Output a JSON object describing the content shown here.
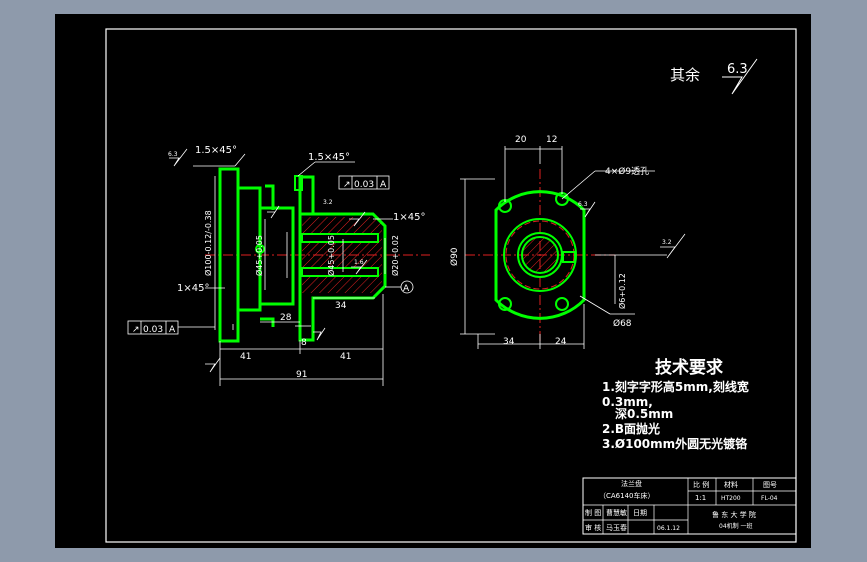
{
  "drawing": {
    "roughness": {
      "label": "其余",
      "value": "6.3"
    },
    "section": {
      "chamfer_top_left": "1.5×45°",
      "chamfer_top_mid": "1.5×45°",
      "chamfer_right": "1×45°",
      "chamfer_left": "1×45°",
      "runout_top": {
        "symbol": "↗",
        "value": "0.03",
        "datum": "A"
      },
      "runout_bottom": {
        "symbol": "↗",
        "value": "0.03",
        "datum": "A"
      },
      "dim_phi100": "Ø100-0.12/-0.38",
      "dim_phi45_a": "Ø45+0.05",
      "dim_phi45_b": "Ø45+0.05",
      "dim_phi20": "Ø20+0.02",
      "dim_28": "28",
      "dim_34": "34",
      "dim_8": "8",
      "dim_41_left": "41",
      "dim_41_right": "41",
      "dim_91": "91",
      "datum_label": "A",
      "rough_a": "6.3",
      "rough_b": "3.2",
      "rough_c": "1.6"
    },
    "end_view": {
      "dim_20": "20",
      "dim_12": "12",
      "holes_note": "4×Ø9透孔",
      "dim_phi90": "Ø90",
      "dim_34": "34",
      "dim_24": "24",
      "dim_phi68": "Ø68",
      "dim_phi6": "Ø6+0.12",
      "rough_a": "3.2",
      "rough_b": "6.3"
    },
    "tech_requirements": {
      "title": "技术要求",
      "lines": [
        "1.刻字字形高5mm,刻线宽",
        "0.3mm,",
        "深0.5mm",
        "2.B面抛光",
        "3.Ø100mm外圆无光镀铬"
      ]
    },
    "title_block": {
      "part_name": "法兰盘",
      "subtitle": "（CA6140车床）",
      "scale_label": "比 例",
      "scale": "1:1",
      "material_label": "材料",
      "material": "HT200",
      "drawing_no_label": "图号",
      "drawing_no": "FL-04",
      "draw_label": "制 图",
      "drawer": "曹慧敏",
      "date_label": "日期",
      "check_label": "审 核",
      "checker": "马玉春",
      "date": "06.1.12",
      "school": "鲁 东 大 学 院",
      "class": "04机制 一班"
    }
  }
}
